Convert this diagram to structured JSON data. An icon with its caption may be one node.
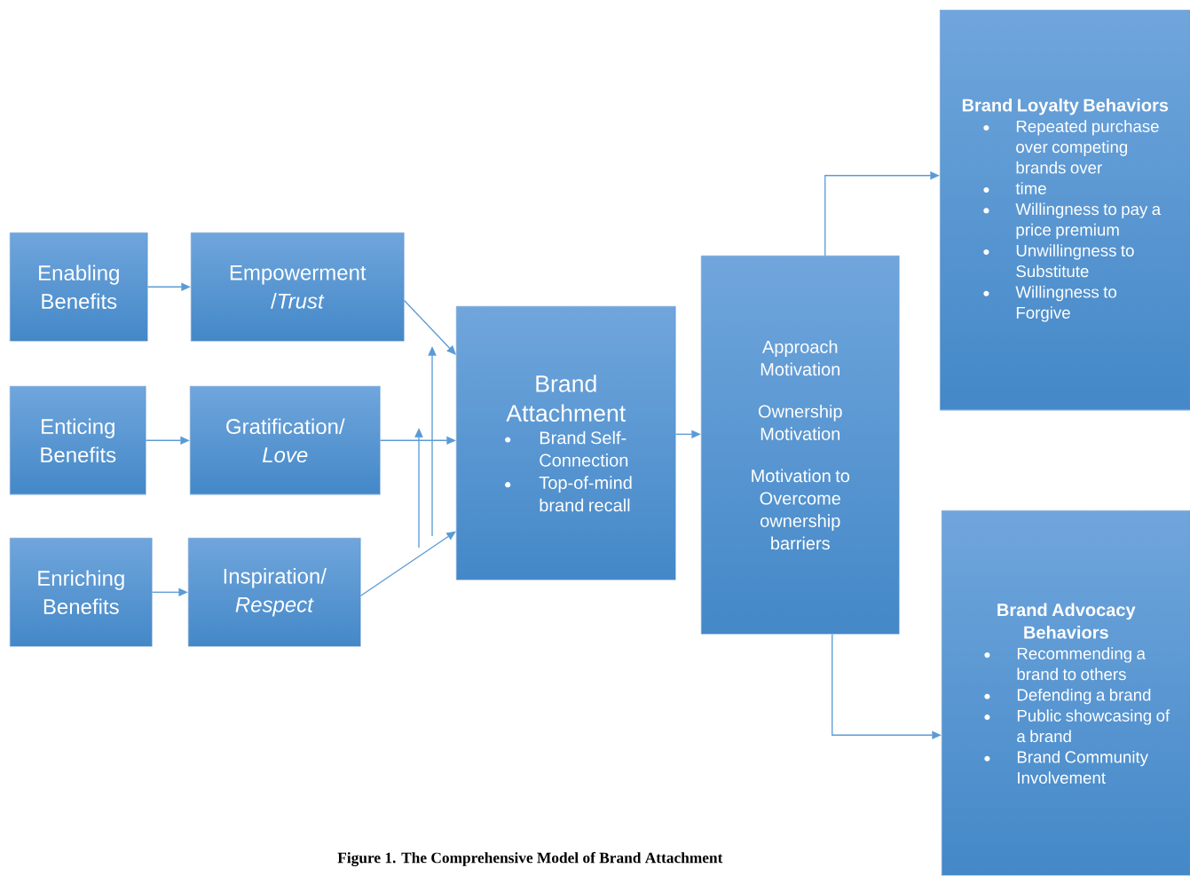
{
  "diagram": {
    "caption": "Figure 1. The Comprehensive Model of Brand Attachment",
    "nodes": [
      {
        "text": [
          "Enabling Benefits"
        ]
      },
      {
        "text": [
          "Empowerment /*Trust*"
        ]
      },
      {
        "text": [
          "Enticing Benefits"
        ]
      },
      {
        "text": [
          "Gratification/ *Love*"
        ]
      },
      {
        "text": [
          "Enriching Benefits"
        ]
      },
      {
        "text": [
          "Inspiration/ *Respect*"
        ]
      },
      {
        "text": [
          "Brand Attachment",
          "Brand Self-Connection",
          "Top-of-mind brand recall"
        ]
      },
      {
        "text": [
          "Approach Motivation",
          "Ownership Motivation",
          "Motivation to Overcome ownership barriers"
        ]
      },
      {
        "text": [
          "Brand Loyalty Behaviors",
          "Repeated purchase over competing brands over",
          "time",
          "Willingness to pay a price premium",
          "Unwillingness to Substitute",
          "Willingness to Forgive"
        ]
      },
      {
        "text": [
          "Brand Advocacy Behaviors",
          "Recommending a brand to others",
          "Defending a brand",
          "Public showcasing of a brand",
          "Brand Community Involvement"
        ]
      }
    ],
    "edges": [
      {
        "from": 0,
        "to": 1,
        "arrow": "to"
      },
      {
        "from": 2,
        "to": 3,
        "arrow": "to"
      },
      {
        "from": 4,
        "to": 5,
        "arrow": "to"
      },
      {
        "from": 1,
        "to": 6,
        "arrow": "to"
      },
      {
        "from": 3,
        "to": 6,
        "arrow": "to"
      },
      {
        "from": 5,
        "to": 6,
        "arrow": "to"
      },
      {
        "from": 6,
        "to": 7,
        "arrow": "to"
      },
      {
        "from": 7,
        "to": 8,
        "arrow": "to"
      },
      {
        "from": 7,
        "to": 9,
        "arrow": "to"
      }
    ]
  }
}
